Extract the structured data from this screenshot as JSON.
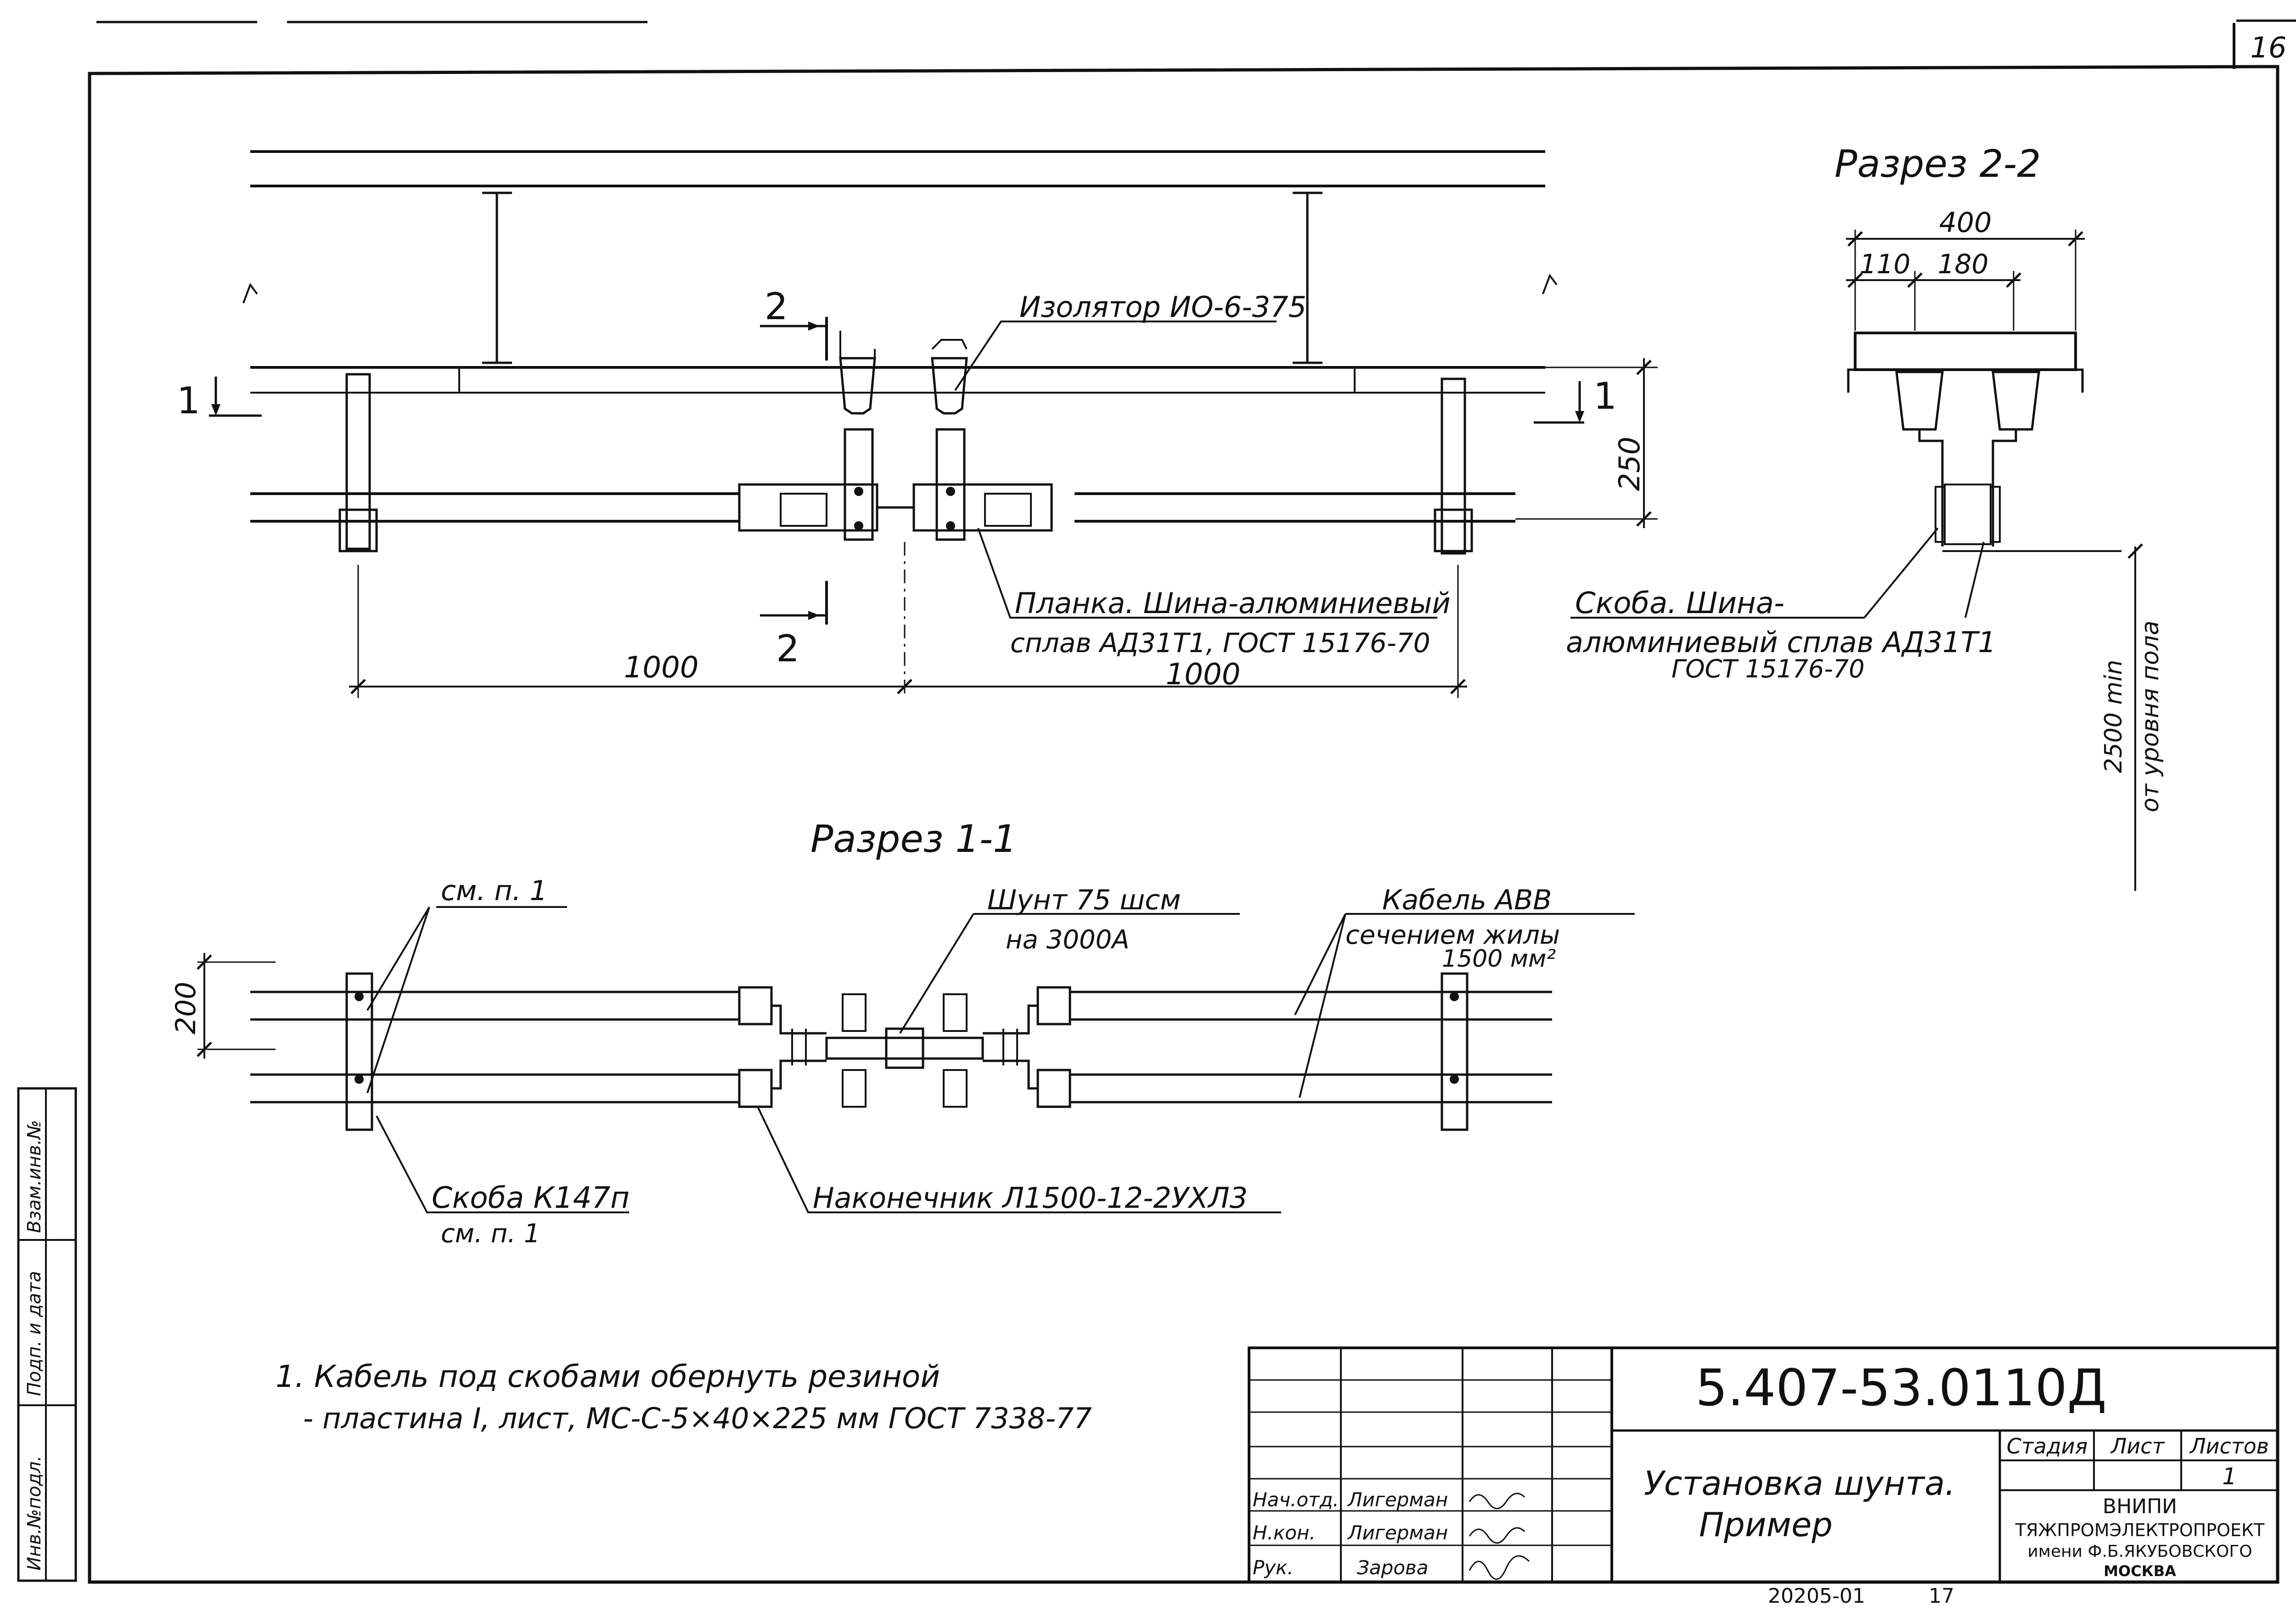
{
  "sheet": {
    "number": "16",
    "document_code": "5.407-53.0110Д",
    "title_line1": "Установка шунта.",
    "title_line2": "Пример",
    "bottom_code": "20205-01",
    "bottom_num": "17"
  },
  "title_block": {
    "stage_label": "Стадия",
    "sheet_label": "Лист",
    "sheets_label": "Листов",
    "sheets_value": "1",
    "org_line1": "ВНИПИ",
    "org_line2": "ТЯЖПРОМЭЛЕКТРОПРОЕКТ",
    "org_line3": "имени Ф.Б.ЯКУБОВСКОГО",
    "org_line4": "МОСКВА",
    "signers": [
      {
        "role": "Нач.отд.",
        "name": "Лигерман"
      },
      {
        "role": "Н.кон.",
        "name": "Лигерман"
      },
      {
        "role": "Рук.",
        "name": "Зарова"
      }
    ]
  },
  "side_stamp": {
    "inv_orig": "Инв.№подл.",
    "sign_date": "Подп. и дата",
    "replaces_inv": "Взам.инв.№"
  },
  "plan_view": {
    "insulator_label": "Изолятор ИО-6-375",
    "plate_label_line1": "Планка. Шина-алюминиевый",
    "plate_label_line2": "сплав АД31Т1, ГОСТ 15176-70",
    "dim_left": "1000",
    "dim_right": "1000",
    "dim_height": "250",
    "section1_mark": "1",
    "section2_mark": "2"
  },
  "section_2_2": {
    "title": "Разрез 2-2",
    "dim_total": "400",
    "dim_a": "110",
    "dim_b": "180",
    "bracket_label_line1": "Скоба. Шина-",
    "bracket_label_line2": "алюминиевый сплав АД31Т1",
    "bracket_label_line3": "ГОСТ 15176-70",
    "height_line1": "2500 min",
    "height_line2": "от уровня пола"
  },
  "section_1_1": {
    "title": "Разрез 1-1",
    "see_note": "см. п. 1",
    "shunt_label": "Шунт 75 шсм",
    "shunt_rating": "на 3000А",
    "cable_label": "Кабель АВВ",
    "cable_section": "сечением жилы",
    "cable_area": "1500 мм²",
    "dim_200": "200",
    "bracket_label": "Скоба К147п",
    "bracket_note": "см. п. 1",
    "lug_label": "Наконечник Л1500-12-2УХЛ3"
  },
  "notes": {
    "line1": "1. Кабель под скобами обернуть резиной",
    "line2": "- пластина I, лист, МС-С-5×40×225 мм ГОСТ 7338-77"
  }
}
